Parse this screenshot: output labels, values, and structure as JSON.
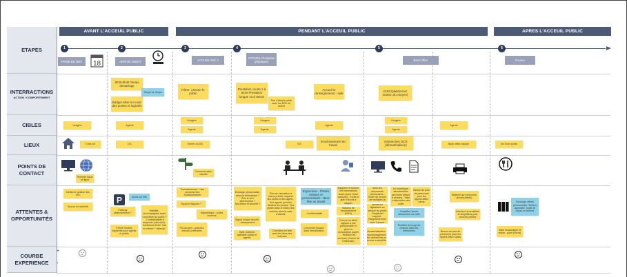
{
  "phases": [
    {
      "label": "AVANT L'ACCEUIL PUBLIC"
    },
    {
      "label": "PENDANT L'ACCEUIL PUBLIC"
    },
    {
      "label": "APRES L'ACCEUIL PUBLIC"
    }
  ],
  "rows": {
    "etapes": "ETAPES",
    "interactions": "INTERRACTIONS",
    "interactions_sub": "ACTION / COMPORTEMENT",
    "cibles": "CIBLES",
    "lieux": "LIEUX",
    "points1": "POINTS DE",
    "points2": "CONTACT",
    "attentes1": "ATTENTES &",
    "attentes2": "OPPORTUNITÉS",
    "courbe1": "COURBE",
    "courbe2": "EXPERIENCE"
  },
  "steps": [
    "1",
    "2",
    "3",
    "4",
    "5",
    "6"
  ],
  "calendar_day": "18",
  "stages": [
    "PRISE DE RDV",
    "ARRIVÉ AGENT",
    "ACCUEIL NIV. 1",
    "ACCUEIL Prestation (physique)",
    "Back office",
    "Poursu"
  ],
  "notes": {
    "int1": "8h30-8h45 Temps demarrage",
    "int2": "Badger Mise en route des postes et logiciels",
    "int_blue": "Temps de temps",
    "int3": "Filtrer- orienter le public",
    "int4": "Prestation courte 1 à 5min Prestation longue 10 à 30min",
    "int5": "Peu d'clients public avec les RDV en amont",
    "int6": "Accueil et renseignement - aide",
    "int7": "(GRC/plateforme/ maison du citoyen)",
    "c1": "Usagers",
    "c2": "Agents",
    "c3": "Usagers",
    "c4": "Agents",
    "c5": "Usagers",
    "c6": "Agents",
    "c7": "Agents",
    "c8": "Usagers",
    "c9": "Agents",
    "c10": "Agents",
    "l1": "Chez soi",
    "l2": "DG",
    "l3": "Entrée du DG",
    "l4": "DG",
    "l5": "Environnement de travail",
    "l6": "Démarches GCR (dématérialisée)",
    "l7": "Back office espace",
    "l8": "Sur lieux public",
    "pc1": "Remède issue en ligne",
    "pc2": "Communication visuelle",
    "a1": "Meilleure gestion des flux",
    "a2": "Source de sérénité",
    "a3": "Accès au Site",
    "a4": "Parking/ stationnement ?",
    "a5": "Entrée /sorties séparées pour agents et public",
    "a6": "Visibilité - Accompagnée avant l'ouverture au public ? - Confidentialité à respecter (sécurisé) - Sentiment d'être \"mis en vitrine\" / \"attendu\"",
    "a7": "Connaissances + des services/ leur fonctionnement",
    "a8": "Support d'appuis ?",
    "a9": "Signalétique - codes couleurs",
    "a10": "Pré-accueil - postures debout/ préférable",
    "a11": "Echange personnalisé, selon la thématique ? Être le bon interlocuteur ? Discrétion et sécurité ?",
    "a12": "Signal unique accueil - transparence",
    "a13": "Salle d'attente agréable public et agents",
    "a14": "Plus de circulation à mieux prévoir, espacer flux public et flux agent - flux agents pouvant derrière les écrans - flux public dans le milieu des couloirs dans la salle d'attente",
    "a15": "Chemises en tête avec les lieux des bureaux",
    "a16": "Ergonomie - Postes assises et personnalisés - Bien-être au travail",
    "a17": "Confidentialité",
    "a18": "Connexité Espace sans formalisation",
    "a19": "Rappeler et trouver les informations avant (sans l'avoir consulté) - Ecrits et plan d'accès à adapter",
    "a20": "Solution de recouvrement (RDV)",
    "a21": "Prévoir un débit logique à une personnalité et gérer la convocation papier - Réaliser les services/ (Cumul de l'intéressé)",
    "a22": "Suivre le RDV avec les documents nécessaires - Eviter de revenir de multiples (à rappeler)",
    "a23": "Démarche digitalisée au service du public - Simplicité / support - Rapprochement avec l'usager",
    "a24": "Dématérialisation - l'accompagnement des démarches au service à simplifier",
    "a25": "Le numérique dématérialisé peut faire défaut à certains - Mise à disposition des outils",
    "a26": "Simplifier l'accès démarches sur web",
    "a27": "Rectifier les bugs de champs dans les formulaires",
    "a28": "Besoin de plus de personnel pour les appels afflux saisis",
    "a29": "Matériel qui fonctionne (écrans/fiable)",
    "a30": "Interface accessibles et simplifiées pour tous les publics",
    "a31": "Stockage offerts personnelles \"fichiers agrandés\" (salle de repos ou autres)",
    "a32": "Salle restauration et repos - point (Pizza)"
  }
}
